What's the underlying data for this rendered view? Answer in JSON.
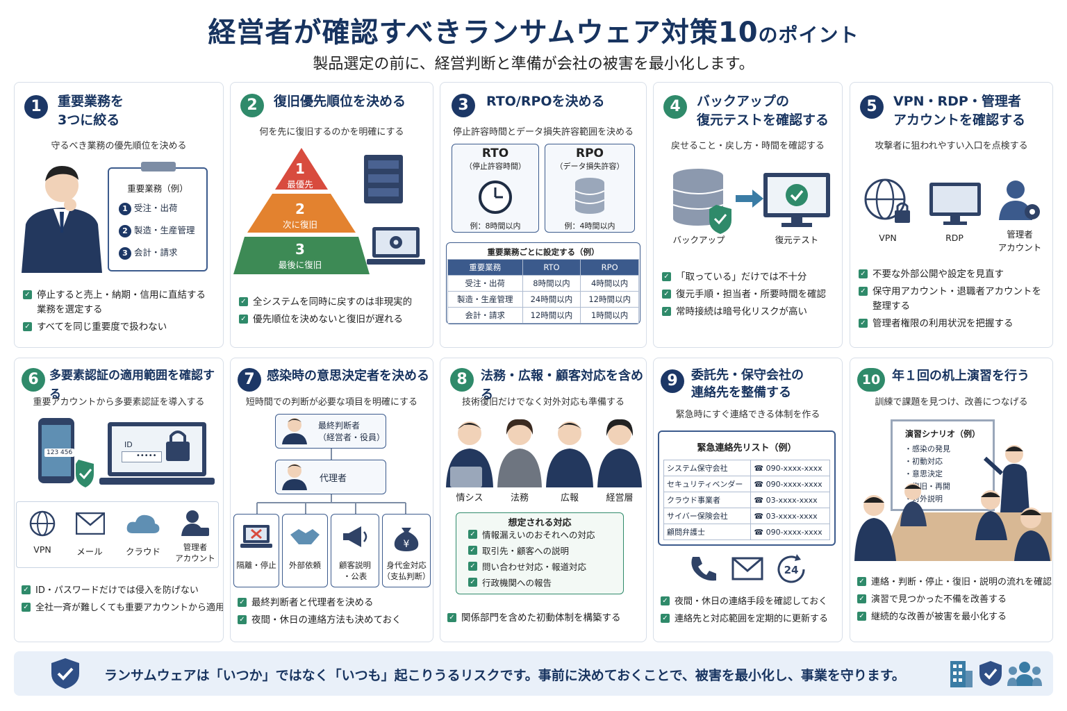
{
  "header": {
    "title": "経営者が確認すべきランサムウェア対策",
    "title_num": "10",
    "title_suffix": "のポイント",
    "subtitle": "製品選定の前に、経営判断と準備が会社の被害を最小化します。"
  },
  "p1": {
    "num": "1",
    "title1": "重要業務を",
    "title2": "3つに絞る",
    "desc": "守るべき業務の優先順位を決める",
    "board_title": "重要業務（例）",
    "items": [
      "受注・出荷",
      "製造・生産管理",
      "会計・請求"
    ],
    "b1": "停止すると売上・納期・信用に直結する",
    "b1b": "業務を選定する",
    "b2": "すべてを同じ重要度で扱わない"
  },
  "p2": {
    "num": "2",
    "title": "復旧優先順位を決める",
    "desc": "何を先に復旧するのかを明確にする",
    "l1": "1",
    "l1t": "最優先",
    "l2": "2",
    "l2t": "次に復旧",
    "l3": "3",
    "l3t": "最後に復旧",
    "b1": "全システムを同時に戻すのは非現実的",
    "b2": "優先順位を決めないと復旧が遅れる"
  },
  "p3": {
    "num": "3",
    "title": "RTO/RPOを決める",
    "desc": "停止許容時間とデータ損失許容範囲を決める",
    "rto": "RTO",
    "rto_sub": "（停止許容時間）",
    "rto_ex": "例：8時間以内",
    "rpo": "RPO",
    "rpo_sub": "（データ損失許容）",
    "rpo_ex": "例：4時間以内",
    "table_title": "重要業務ごとに設定する（例）",
    "headers": [
      "重要業務",
      "RTO",
      "RPO"
    ],
    "rows": [
      [
        "受注・出荷",
        "8時間以内",
        "4時間以内"
      ],
      [
        "製造・生産管理",
        "24時間以内",
        "12時間以内"
      ],
      [
        "会計・請求",
        "12時間以内",
        "1時間以内"
      ]
    ]
  },
  "p4": {
    "num": "4",
    "title1": "バックアップの",
    "title2": "復元テストを確認する",
    "desc": "戻せること・戻し方・時間を確認する",
    "l1": "バックアップ",
    "l2": "復元テスト",
    "b1": "「取っている」だけでは不十分",
    "b2": "復元手順・担当者・所要時間を確認",
    "b3": "常時接続は暗号化リスクが高い"
  },
  "p5": {
    "num": "5",
    "title1": "VPN・RDP・管理者",
    "title2": "アカウントを確認する",
    "desc": "攻撃者に狙われやすい入口を点検する",
    "l1": "VPN",
    "l2": "RDP",
    "l3a": "管理者",
    "l3b": "アカウント",
    "b1": "不要な外部公開や設定を見直す",
    "b2": "保守用アカウント・退職者アカウントを",
    "b2b": "整理する",
    "b3": "管理者権限の利用状況を把握する"
  },
  "p6": {
    "num": "6",
    "title": "多要素認証の適用範囲を確認する",
    "desc": "重要アカウントから多要素認証を導入する",
    "code": "123 456",
    "id": "ID",
    "pw": "•••••",
    "l1": "VPN",
    "l2": "メール",
    "l3": "クラウド",
    "l4a": "管理者",
    "l4b": "アカウント",
    "b1": "ID・パスワードだけでは侵入を防げない",
    "b2": "全社一斉が難しくても重要アカウントから適用"
  },
  "p7": {
    "num": "7",
    "title": "感染時の意思決定者を決める",
    "desc": "短時間での判断が必要な項目を明確にする",
    "top1": "最終判断者",
    "top2": "（経営者・役員）",
    "mid": "代理者",
    "l1": "隔離・停止",
    "l2": "外部依頼",
    "l3a": "顧客説明",
    "l3b": "・公表",
    "l4a": "身代金対応",
    "l4b": "（支払判断）",
    "b1": "最終判断者と代理者を決める",
    "b2": "夜間・休日の連絡方法も決めておく"
  },
  "p8": {
    "num": "8",
    "title": "法務・広報・顧客対応を含める",
    "desc": "技術復旧だけでなく対外対応も準備する",
    "people": [
      "情シス",
      "法務",
      "広報",
      "経営層"
    ],
    "box_title": "想定される対応",
    "items": [
      "情報漏えいのおそれへの対応",
      "取引先・顧客への説明",
      "問い合わせ対応・報道対応",
      "行政機関への報告"
    ],
    "b1": "関係部門を含めた初動体制を構築する"
  },
  "p9": {
    "num": "9",
    "title1": "委託先・保守会社の",
    "title2": "連絡先を整備する",
    "desc": "緊急時にすぐ連絡できる体制を作る",
    "list_title": "緊急連絡先リスト（例）",
    "rows": [
      [
        "システム保守会社",
        "090-xxxx-xxxx"
      ],
      [
        "セキュリティベンダー",
        "090-xxxx-xxxx"
      ],
      [
        "クラウド事業者",
        "03-xxxx-xxxx"
      ],
      [
        "サイバー保険会社",
        "03-xxxx-xxxx"
      ],
      [
        "顧問弁護士",
        "090-xxxx-xxxx"
      ]
    ],
    "h24": "24",
    "b1": "夜間・休日の連絡手段を確認しておく",
    "b2": "連絡先と対応範囲を定期的に更新する"
  },
  "p10": {
    "num": "10",
    "title": "年１回の机上演習を行う",
    "desc": "訓練で課題を見つけ、改善につなげる",
    "board_title": "演習シナリオ（例）",
    "items": [
      "・感染の発見",
      "・初動対応",
      "・意思決定",
      "・復旧・再開",
      "・対外説明"
    ],
    "b1": "連絡・判断・停止・復旧・説明の流れを確認",
    "b2": "演習で見つかった不備を改善する",
    "b3": "継続的な改善が被害を最小化する"
  },
  "footer": {
    "text": "ランサムウェアは「いつか」ではなく「いつも」起こりうるリスクです。事前に決めておくことで、被害を最小化し、事業を守ります。"
  }
}
